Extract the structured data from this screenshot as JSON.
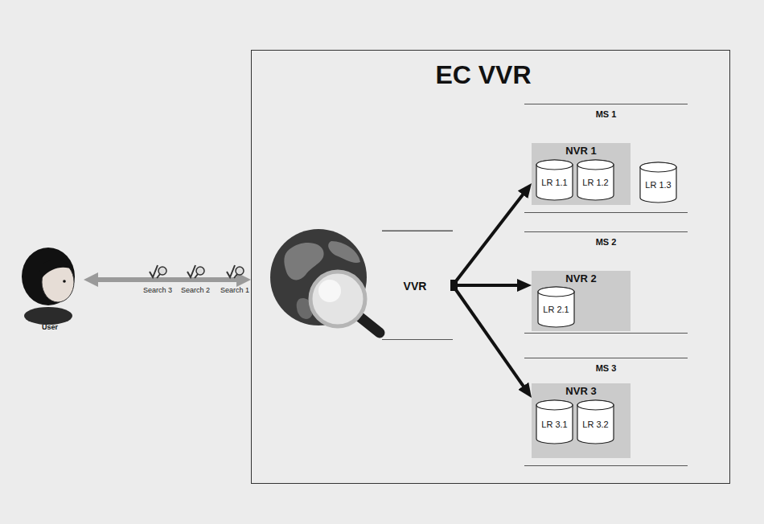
{
  "diagram": {
    "nodes": [
      {
        "text": [
          "User"
        ]
      },
      {
        "text": [
          "EC VVR"
        ]
      },
      {
        "text": [
          "VVR"
        ],
        "in": 1
      },
      {
        "text": [
          "MS 1"
        ],
        "in": 1
      },
      {
        "text": [
          "NVR 1"
        ],
        "in": 3
      },
      {
        "text": [
          "LR 1.1"
        ],
        "in": 4
      },
      {
        "text": [
          "LR 1.2"
        ],
        "in": 4
      },
      {
        "text": [
          "LR 1.3"
        ],
        "in": 3
      },
      {
        "text": [
          "MS 2"
        ],
        "in": 1
      },
      {
        "text": [
          "NVR 2"
        ],
        "in": 8
      },
      {
        "text": [
          "LR 2.1"
        ],
        "in": 9
      },
      {
        "text": [
          "MS 3"
        ],
        "in": 1
      },
      {
        "text": [
          "NVR 3"
        ],
        "in": 11
      },
      {
        "text": [
          "LR 3.1"
        ],
        "in": 12
      },
      {
        "text": [
          "LR 3.2"
        ],
        "in": 12
      }
    ],
    "edges": [
      {
        "from": 0,
        "to": 1,
        "arrow": "both"
      },
      {
        "from": 2,
        "to": 4,
        "arrow": "to"
      },
      {
        "from": 2,
        "to": 9,
        "arrow": "to"
      },
      {
        "from": 2,
        "to": 12,
        "arrow": "to"
      }
    ],
    "labels": [
      "Search 3",
      "Search 2",
      "Search 1"
    ]
  }
}
